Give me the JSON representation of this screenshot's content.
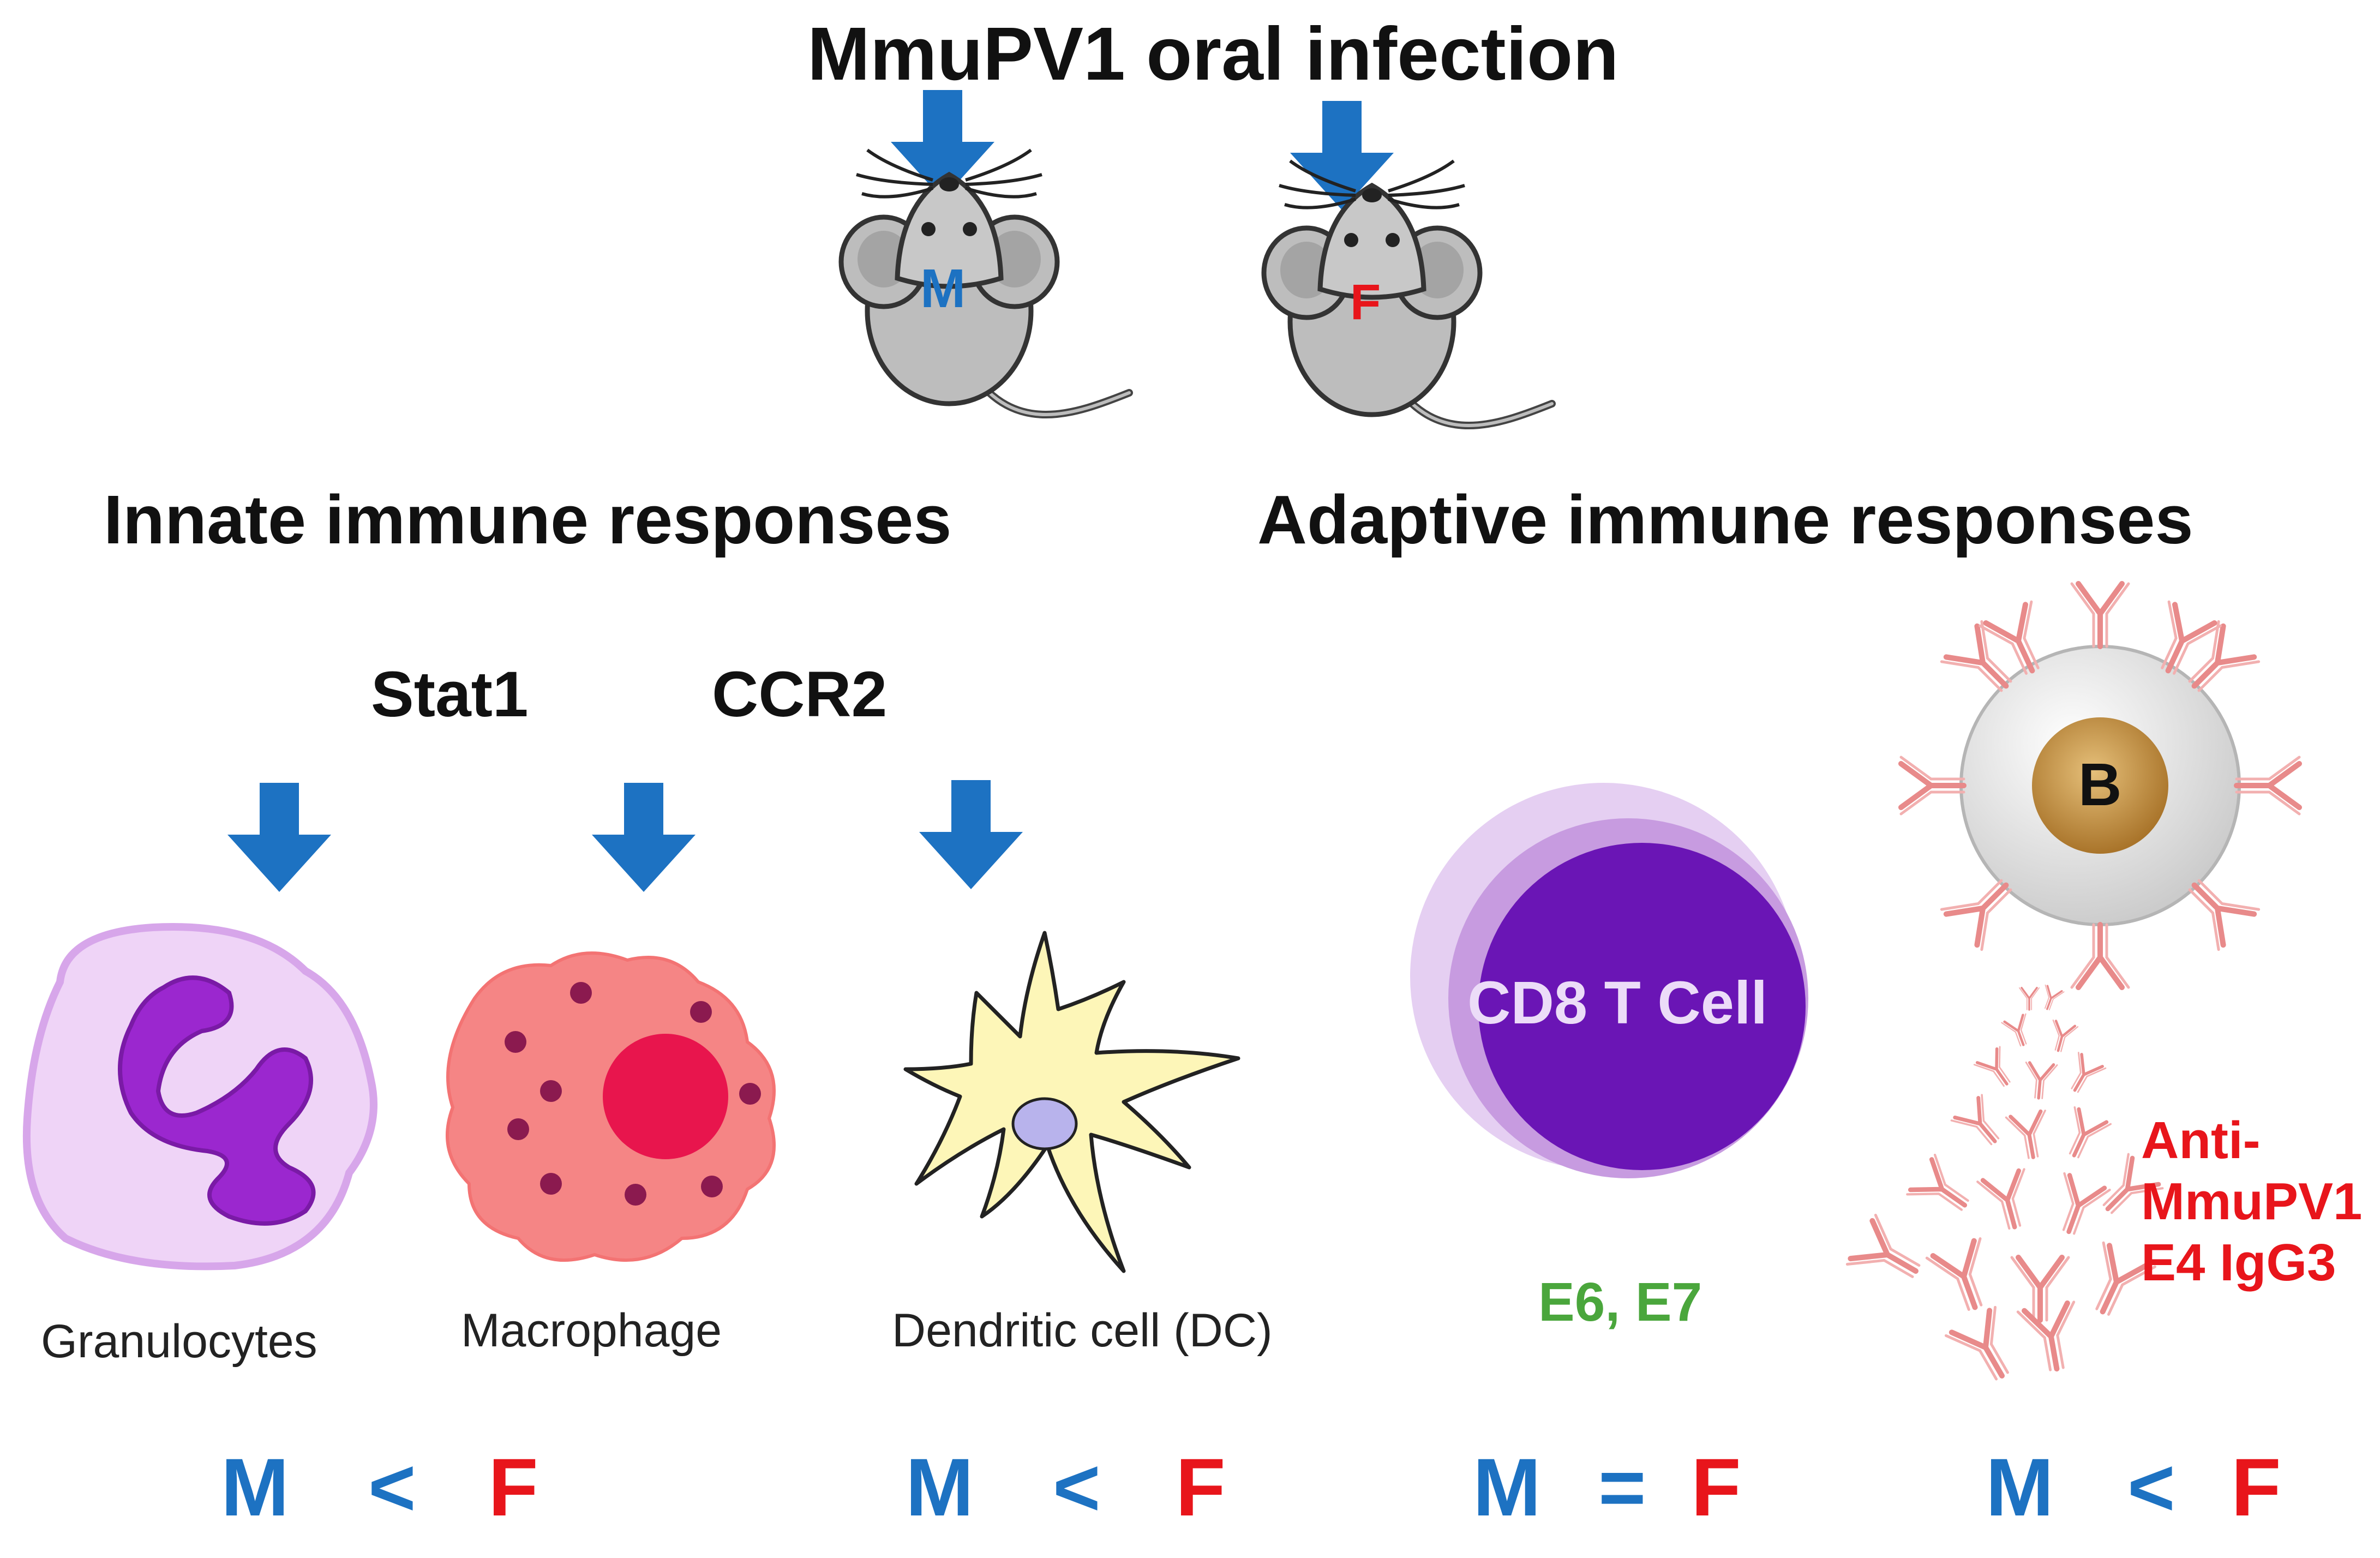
{
  "title": "MmuPV1 oral infection",
  "mice": {
    "male_letter": "M",
    "female_letter": "F"
  },
  "sections": {
    "innate": "Innate immune responses",
    "adaptive": "Adaptive immune responses"
  },
  "genes": {
    "stat1": "Stat1",
    "ccr2": "CCR2"
  },
  "cells": {
    "granulocytes": "Granulocytes",
    "macrophage": "Macrophage",
    "dendritic": "Dendritic cell (DC)",
    "cd8": "CD8 T Cell",
    "b_cell": "B"
  },
  "epitopes": "E6, E7",
  "antibody_label": [
    "Anti-",
    "MmuPV1",
    "E4 IgG3"
  ],
  "comparisons": [
    {
      "left": "M",
      "op": "<",
      "right": "F"
    },
    {
      "left": "M",
      "op": "<",
      "right": "F"
    },
    {
      "left": "M",
      "op": "=",
      "right": "F"
    },
    {
      "left": "M",
      "op": "<",
      "right": "F"
    }
  ],
  "colors": {
    "arrow": "#1d72c2",
    "male": "#1d72c2",
    "female": "#e8151b",
    "epitope": "#4aa63c",
    "antibody": "#e8151b"
  }
}
